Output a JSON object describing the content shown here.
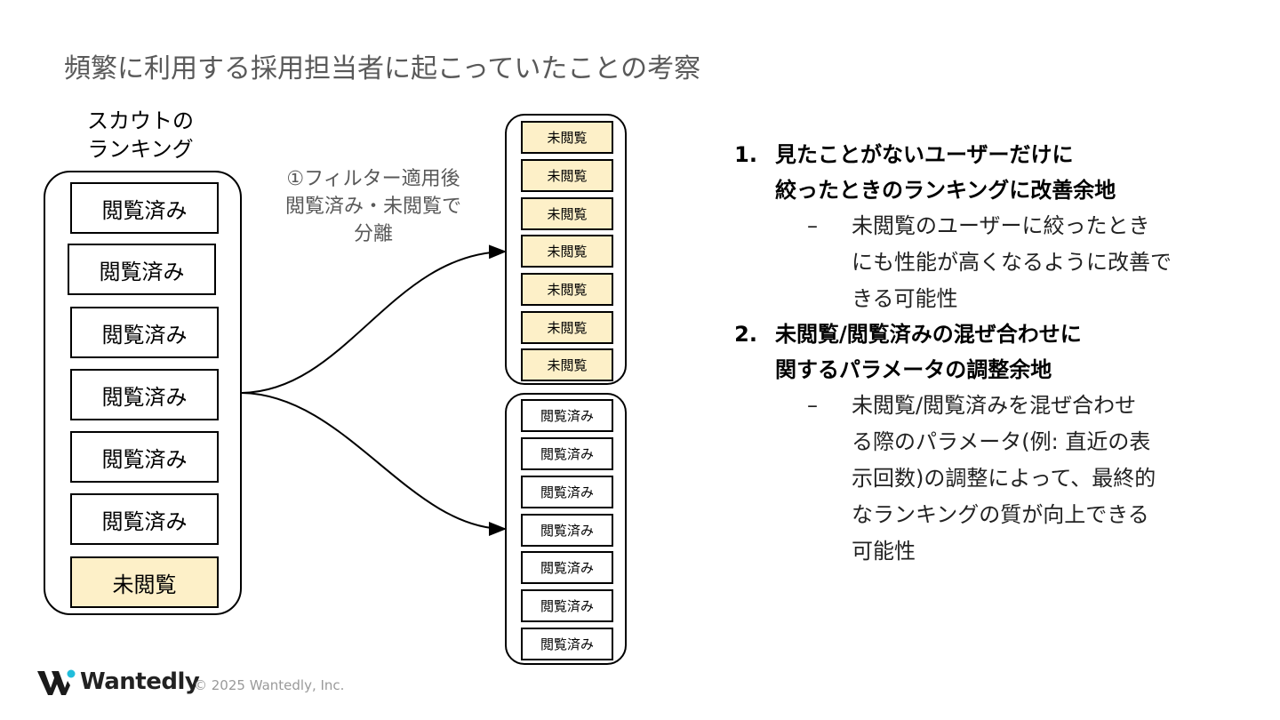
{
  "title": "頻繁に利用する採用担当者に起こっていたことの考察",
  "left_panel": {
    "title_line1": "スカウトの",
    "title_line2": "ランキング",
    "items": [
      "閲覧済み",
      "閲覧済み",
      "閲覧済み",
      "閲覧済み",
      "閲覧済み",
      "閲覧済み",
      "未閲覧"
    ]
  },
  "filter_label": {
    "line1": "①フィルター適用後",
    "line2": "閲覧済み・未閲覧で",
    "line3": "分離"
  },
  "unread_group": [
    "未閲覧",
    "未閲覧",
    "未閲覧",
    "未閲覧",
    "未閲覧",
    "未閲覧",
    "未閲覧"
  ],
  "read_group": [
    "閲覧済み",
    "閲覧済み",
    "閲覧済み",
    "閲覧済み",
    "閲覧済み",
    "閲覧済み",
    "閲覧済み"
  ],
  "points": [
    {
      "number": "1.",
      "heading_line1": "見たことがないユーザーだけに",
      "heading_line2": "絞ったときのランキングに改善余地",
      "sub_dash": "–",
      "sub_lines": [
        "未閲覧のユーザーに絞ったとき",
        "にも性能が高くなるように改善で",
        "きる可能性"
      ]
    },
    {
      "number": "2.",
      "heading_line1": "未閲覧/閲覧済みの混ぜ合わせに",
      "heading_line2": "関するパラメータの調整余地",
      "sub_dash": "–",
      "sub_lines": [
        "未閲覧/閲覧済みを混ぜ合わせ",
        "る際のパラメータ(例: 直近の表",
        "示回数)の調整によって、最終的",
        "なランキングの質が向上できる",
        "可能性"
      ]
    }
  ],
  "colors": {
    "unread_fill": "#fdf0c8",
    "title_gray": "#595959"
  },
  "footer": {
    "logo_text": "Wantedly",
    "logo_icon": "wantedly-logo-icon",
    "copyright": "© 2025 Wantedly, Inc."
  }
}
